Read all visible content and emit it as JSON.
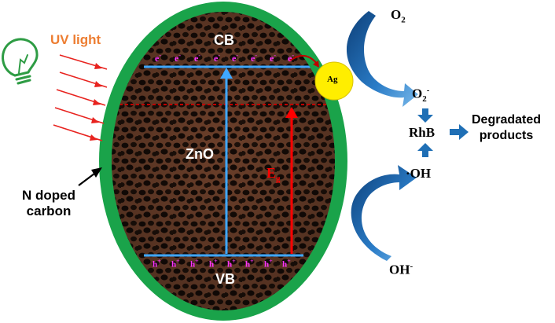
{
  "labels": {
    "uv_light": "UV light",
    "cb": "CB",
    "vb": "VB",
    "zno": "ZnO",
    "eg_main": "E",
    "eg_sub": "g",
    "ag": "Ag",
    "n_doped_line1": "N doped",
    "n_doped_line2": "carbon",
    "o2_base": "O",
    "o2_sub": "2",
    "o2rad_base": "O",
    "o2rad_sub": "2",
    "o2rad_sup": "-",
    "rhb": "RhB",
    "oh_radical": "·OH",
    "oh_minus_base": "OH",
    "oh_minus_sup": "-",
    "degraded_line1": "Degradated",
    "degraded_line2": "products"
  },
  "carriers": {
    "electron": "e",
    "electron_sup": "-",
    "hole": "h",
    "hole_sup": "+",
    "electron_count": 8,
    "hole_count": 8
  },
  "colors": {
    "shell": "#1aa34a",
    "core": "#4a2a1c",
    "band_line": "#3fa7ff",
    "fermi_dash": "#c00000",
    "gap_arrow": "#ff0000",
    "carrier_text": "#ff33ff",
    "ag_particle": "#ffee00",
    "curved_arrow": "#1f6fb5",
    "uv_text": "#ed7d31",
    "ray": "#e8231f",
    "bulb": "#2e9c44"
  },
  "icons": {
    "bulb": "light-bulb-icon"
  }
}
